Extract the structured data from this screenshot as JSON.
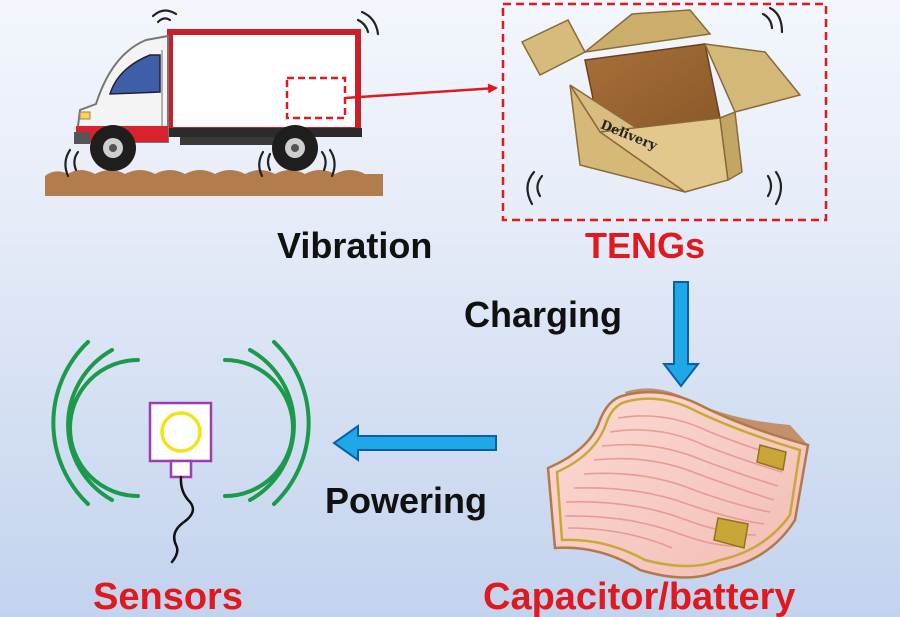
{
  "labels": {
    "vibration": "Vibration",
    "tengs": "TENGs",
    "charging": "Charging",
    "powering": "Powering",
    "sensors": "Sensors",
    "capacitor": "Capacitor/battery",
    "box_text": "Delivery"
  },
  "colors": {
    "accent_red": "#e0191e",
    "arrow_blue": "#1fa8e8",
    "signal_green": "#1a9a4a",
    "sensor_purple": "#9b3fb0",
    "sensor_ring": "#f2e21a",
    "box_tan": "#d4b878",
    "box_dark": "#9a6a38",
    "capacitor_pink": "#f6c9c2",
    "capacitor_gold": "#c8a838",
    "ground_brown": "#b07a4a"
  },
  "icons": {
    "truck": "truck-illustration",
    "box": "delivery-box-illustration",
    "sensor": "sensor-icon",
    "capacitor": "flexible-capacitor-illustration"
  }
}
